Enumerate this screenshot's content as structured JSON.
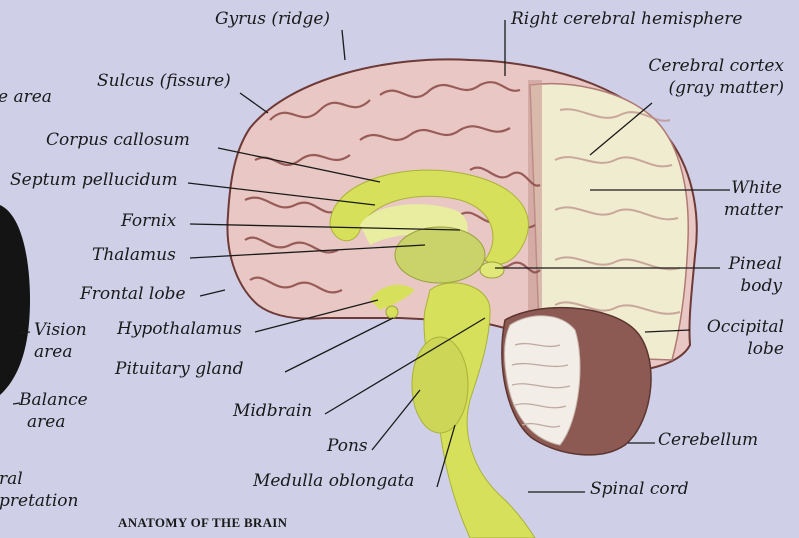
{
  "caption": "ANATOMY OF THE BRAIN",
  "colors": {
    "background": "#cfcfe8",
    "cortex": "#e9c7c4",
    "gyri_lines": "#8a4a46",
    "brainstem": "#d7e05a",
    "white_matter": "#efeccf",
    "cerebellum": "#8c5a52"
  },
  "labels": {
    "gyrus": "Gyrus (ridge)",
    "right_hemisphere": "Right cerebral hemisphere",
    "area_cut": "e area",
    "sulcus": "Sulcus (fissure)",
    "cortex_1": "Cerebral cortex",
    "cortex_2": "(gray matter)",
    "corpus_callosum": "Corpus callosum",
    "septum": "Septum pellucidum",
    "white_1": "White",
    "white_2": "matter",
    "fornix": "Fornix",
    "thalamus": "Thalamus",
    "pineal_1": "Pineal",
    "pineal_2": "body",
    "frontal": "Frontal lobe",
    "vision_1": "Vision",
    "vision_2": "area",
    "hypothalamus": "Hypothalamus",
    "occipital_1": "Occipital",
    "occipital_2": "lobe",
    "pituitary": "Pituitary gland",
    "balance_1": "Balance",
    "balance_2": "area",
    "midbrain": "Midbrain",
    "pons": "Pons",
    "cerebellum": "Cerebellum",
    "cut_left_1": "ral",
    "cut_left_2": "pretation",
    "medulla": "Medulla oblongata",
    "spinal": "Spinal cord"
  }
}
